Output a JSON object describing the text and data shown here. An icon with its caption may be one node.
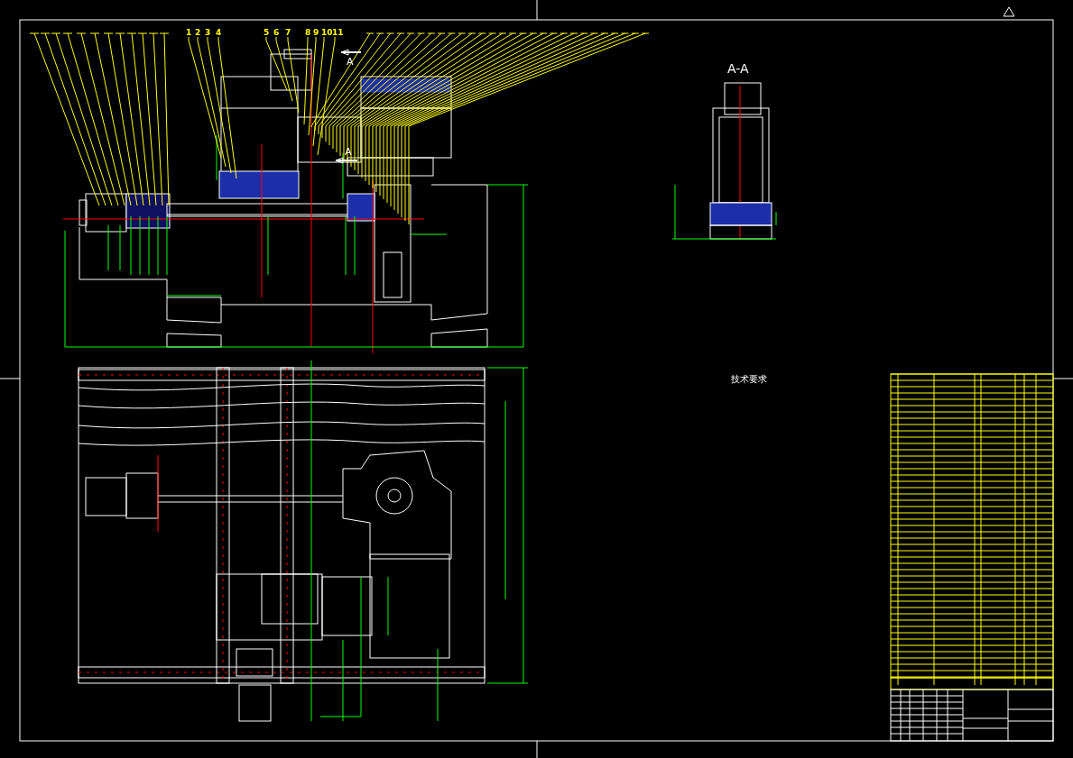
{
  "diagram": {
    "nodes": [
      {
        "text": [
          "1"
        ]
      },
      {
        "text": [
          "2"
        ]
      },
      {
        "text": [
          "3"
        ]
      },
      {
        "text": [
          "4"
        ]
      },
      {
        "text": [
          "5"
        ]
      },
      {
        "text": [
          "6"
        ]
      },
      {
        "text": [
          "7"
        ]
      },
      {
        "text": [
          "8"
        ]
      },
      {
        "text": [
          "9"
        ]
      },
      {
        "text": [
          "10"
        ]
      },
      {
        "text": [
          "11"
        ]
      }
    ],
    "edges": [
      {
        "from": 0,
        "to": null,
        "arrow": "none"
      },
      {
        "from": 1,
        "to": null,
        "arrow": "none"
      },
      {
        "from": 2,
        "to": null,
        "arrow": "none"
      },
      {
        "from": 3,
        "to": null,
        "arrow": "none"
      },
      {
        "from": 4,
        "to": null,
        "arrow": "none"
      },
      {
        "from": 5,
        "to": null,
        "arrow": "none"
      },
      {
        "from": 6,
        "to": null,
        "arrow": "none"
      },
      {
        "from": 7,
        "to": null,
        "arrow": "none"
      },
      {
        "from": 8,
        "to": null,
        "arrow": "none"
      },
      {
        "from": 9,
        "to": null,
        "arrow": "none"
      },
      {
        "from": 10,
        "to": null,
        "arrow": "none"
      }
    ],
    "labels": [
      "A",
      "A",
      "A-A",
      "技术要求"
    ]
  }
}
